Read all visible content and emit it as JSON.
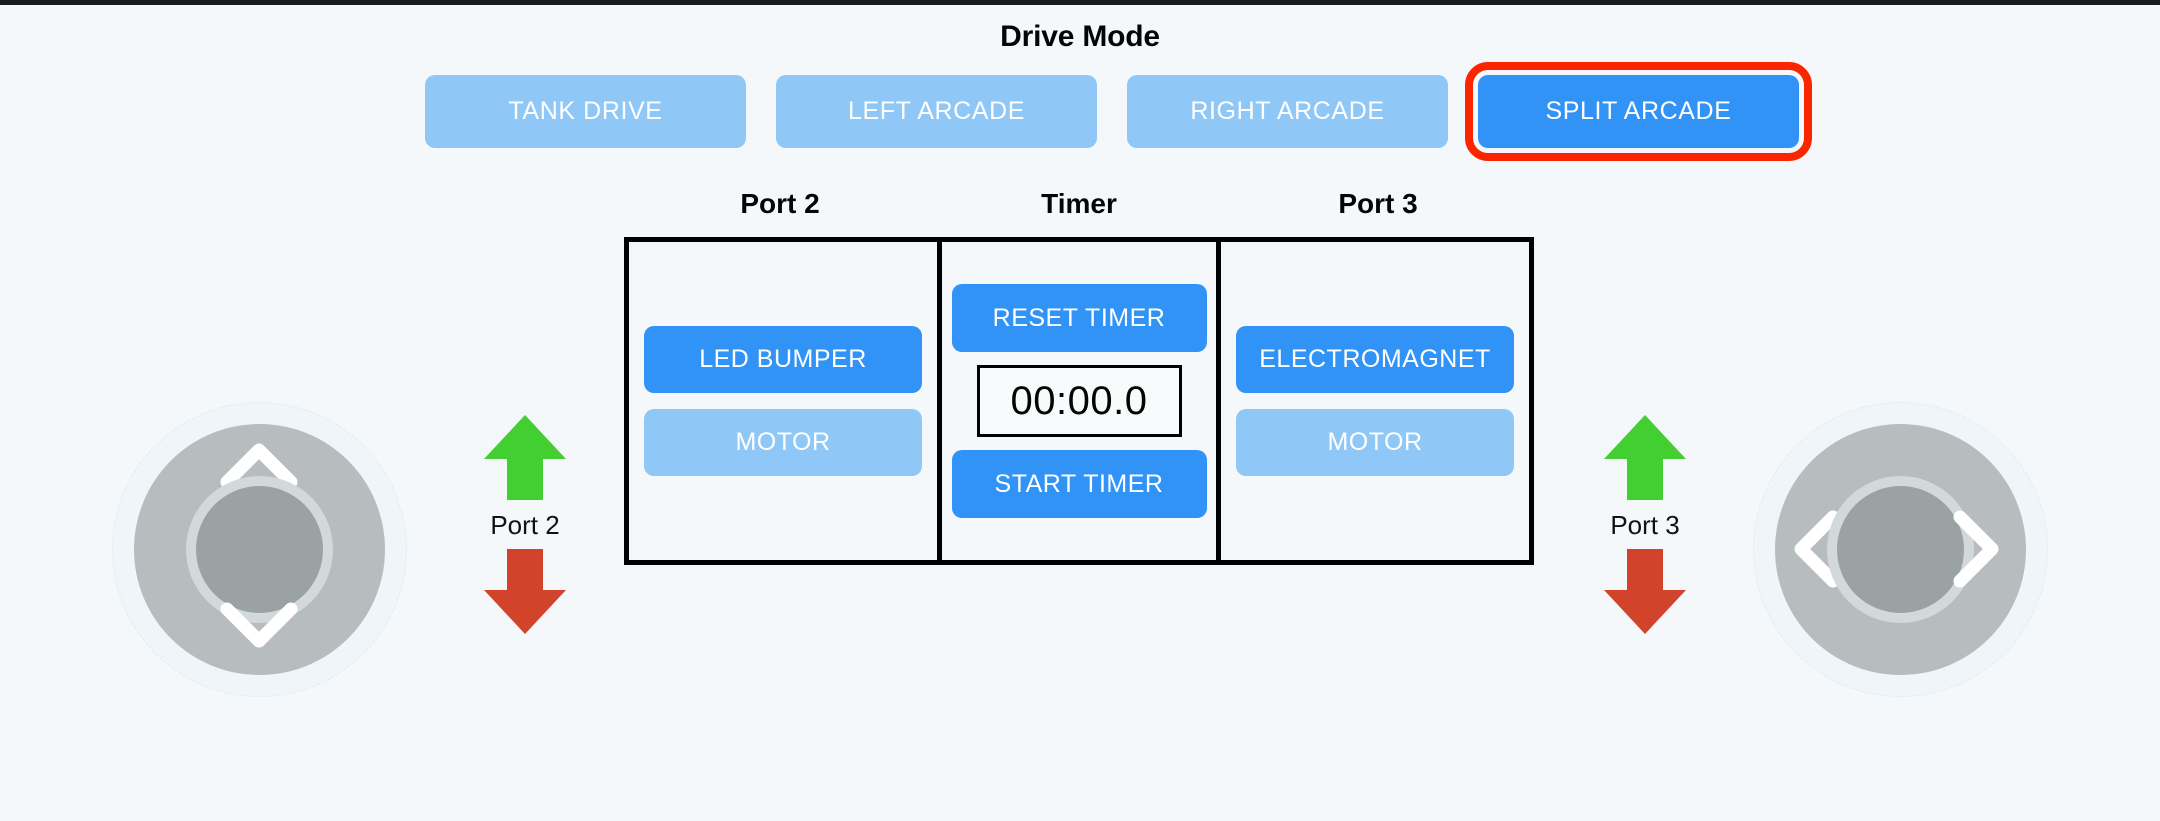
{
  "header": {
    "title": "Drive Mode"
  },
  "drive_modes": [
    {
      "label": "TANK DRIVE",
      "state": "inactive",
      "highlighted": false
    },
    {
      "label": "LEFT ARCADE",
      "state": "inactive",
      "highlighted": false
    },
    {
      "label": "RIGHT ARCADE",
      "state": "inactive",
      "highlighted": false
    },
    {
      "label": "SPLIT ARCADE",
      "state": "active",
      "highlighted": true
    }
  ],
  "console": {
    "labels": {
      "port2": "Port 2",
      "timer": "Timer",
      "port3": "Port 3"
    },
    "port2": {
      "device_button": {
        "label": "LED BUMPER",
        "state": "on"
      },
      "motor_button": {
        "label": "MOTOR",
        "state": "off"
      }
    },
    "timer": {
      "reset_label": "RESET TIMER",
      "start_label": "START TIMER",
      "display": "00:00.0"
    },
    "port3": {
      "device_button": {
        "label": "ELECTROMAGNET",
        "state": "on"
      },
      "motor_button": {
        "label": "MOTOR",
        "state": "off"
      }
    }
  },
  "port_arrows": [
    {
      "label": "Port 2",
      "up_icon": "arrow-up-icon",
      "down_icon": "arrow-down-icon"
    },
    {
      "label": "Port 3",
      "up_icon": "arrow-up-icon",
      "down_icon": "arrow-down-icon"
    }
  ],
  "joysticks": [
    {
      "name": "left-joystick",
      "axis": "vertical",
      "up_icon": "chevron-up-icon",
      "down_icon": "chevron-down-icon"
    },
    {
      "name": "right-joystick",
      "axis": "horizontal",
      "left_icon": "chevron-left-icon",
      "right_icon": "chevron-right-icon"
    }
  ],
  "colors": {
    "background": "#f4f8fa",
    "button_inactive": "#8fc8f7",
    "button_active": "#3093f5",
    "highlight_outline": "#fa2600",
    "arrow_up": "#43cf31",
    "arrow_down": "#d1432a",
    "joystick_base": "#b7bdbf",
    "joystick_knob": "#9aa2a4",
    "panel_border": "#000000",
    "text_dark": "#050505"
  }
}
